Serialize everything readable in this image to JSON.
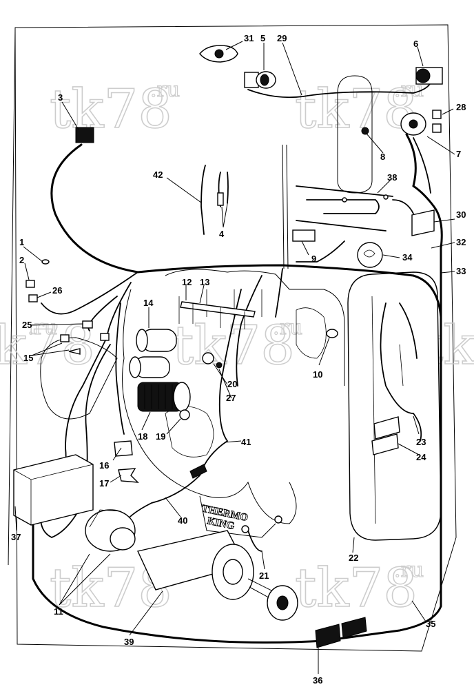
{
  "watermark": {
    "main": "tk78",
    "suffix": ".ru"
  },
  "brand_text": {
    "line1": "THERMO",
    "line2": "KING"
  },
  "callouts": {
    "c1": "1",
    "c2": "2",
    "c3": "3",
    "c4": "4",
    "c5": "5",
    "c6": "6",
    "c7": "7",
    "c8": "8",
    "c9": "9",
    "c10": "10",
    "c11": "11",
    "c12": "12",
    "c13": "13",
    "c14": "14",
    "c15": "15",
    "c16": "16",
    "c17": "17",
    "c18": "18",
    "c19": "19",
    "c20": "20",
    "c21": "21",
    "c22": "22",
    "c23": "23",
    "c24": "24",
    "c25": "25",
    "c26": "26",
    "c27": "27",
    "c28": "28",
    "c29": "29",
    "c30": "30",
    "c31": "31",
    "c32": "32",
    "c33": "33",
    "c34": "34",
    "c35": "35",
    "c36": "36",
    "c37": "37",
    "c38": "38",
    "c39": "39",
    "c40": "40",
    "c41": "41",
    "c42": "42"
  }
}
